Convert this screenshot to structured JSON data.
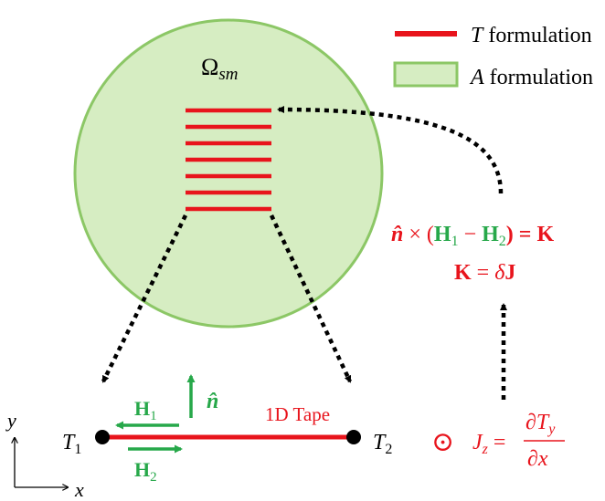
{
  "colors": {
    "red": "#e8141c",
    "green": "#27a84a",
    "circle_fill": "#d6edc2",
    "circle_stroke": "#8cc766",
    "black": "#000000"
  },
  "legend": {
    "t_item": {
      "letter": "T",
      "text": " formulation"
    },
    "a_item": {
      "letter": "A",
      "text": " formulation"
    }
  },
  "domain_label": {
    "omega": "Ω",
    "sub": "sm"
  },
  "equations": {
    "jump": {
      "n": "n̂",
      "times": " × (",
      "h1": "H",
      "h1_sub": "1",
      "minus": " − ",
      "h2": "H",
      "h2_sub": "2",
      "rhs": ") = K"
    },
    "k_eq": {
      "k": "K",
      "eq": " = ",
      "delta": "δ",
      "j": "J"
    },
    "jz": {
      "symbol": "⊙",
      "lhs": "J",
      "lhs_sub": "z",
      "eq": " = ",
      "num": "∂T",
      "num_sub": "y",
      "den": "∂x"
    }
  },
  "tape": {
    "label": "1D Tape",
    "left_end": {
      "name": "T",
      "sub": "1"
    },
    "right_end": {
      "name": "T",
      "sub": "2"
    },
    "h1": {
      "name": "H",
      "sub": "1"
    },
    "h2": {
      "name": "H",
      "sub": "2"
    },
    "normal": "n̂"
  },
  "axes": {
    "x": "x",
    "y": "y"
  }
}
